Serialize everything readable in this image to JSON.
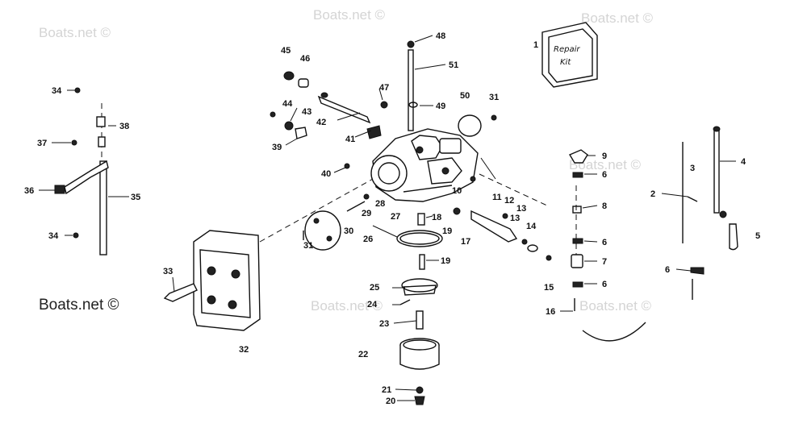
{
  "watermarks": [
    "Boats.net ©",
    "Boats.net ©",
    "Boats.net ©",
    "Boats.net ©",
    "Boats.net ©",
    "Boats.net ©",
    "Boats.net ©"
  ],
  "kit_label": [
    "Repair",
    "Kit"
  ],
  "callouts": [
    "1",
    "2",
    "3",
    "4",
    "5",
    "6",
    "6",
    "6",
    "6",
    "7",
    "8",
    "9",
    "10",
    "11",
    "12",
    "13",
    "13",
    "14",
    "15",
    "16",
    "17",
    "18",
    "19",
    "19",
    "20",
    "21",
    "22",
    "23",
    "24",
    "25",
    "26",
    "27",
    "28",
    "29",
    "30",
    "31",
    "31",
    "32",
    "33",
    "34",
    "34",
    "35",
    "36",
    "37",
    "38",
    "39",
    "40",
    "41",
    "42",
    "43",
    "44",
    "45",
    "46",
    "47",
    "48",
    "49",
    "50",
    "51"
  ]
}
